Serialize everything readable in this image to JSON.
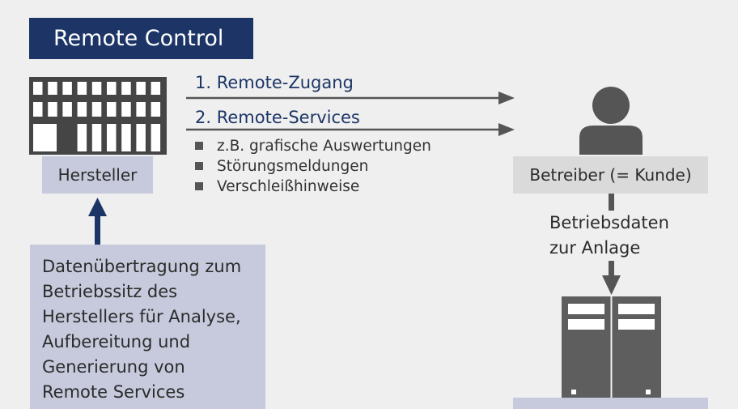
{
  "title": "Remote Control",
  "hersteller": {
    "label": "Hersteller"
  },
  "betreiber": {
    "label": "Betreiber (= Kunde)"
  },
  "arrows": {
    "remote_zugang": "1. Remote-Zugang",
    "remote_services": "2. Remote-Services"
  },
  "service_items": [
    "z.B. grafische Auswertungen",
    "Störungsmeldungen",
    "Verschleißhinweise"
  ],
  "betriebsdaten": [
    "Betriebsdaten",
    "zur Anlage"
  ],
  "transfer_lines": [
    "Datenübertragung zum",
    "Betriebssitz des",
    "Herstellers für Analyse,",
    "Aufbereitung und",
    "Generierung von",
    "Remote Services"
  ],
  "colors": {
    "navy": "#1c3566",
    "building": "#454545",
    "person": "#555555",
    "server": "#5e5e5e",
    "lavender": "#c6cadc",
    "gray_box": "#dadada",
    "background": "#efefef"
  }
}
